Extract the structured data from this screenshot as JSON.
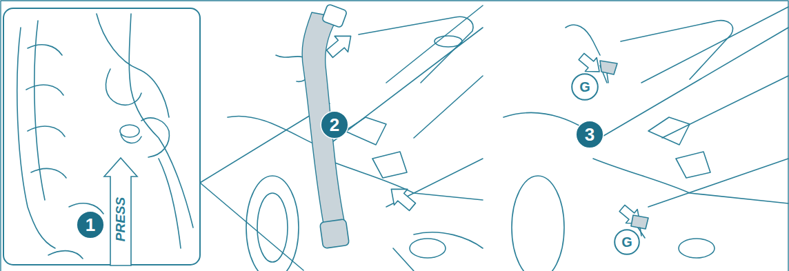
{
  "diagram": {
    "nodes": [
      {
        "text": [
          "1"
        ]
      },
      {
        "text": [
          "PRESS"
        ]
      },
      {
        "text": [
          "2"
        ]
      },
      {
        "text": [
          "G"
        ]
      },
      {
        "text": [
          "3"
        ]
      },
      {
        "text": [
          "G"
        ]
      }
    ]
  }
}
